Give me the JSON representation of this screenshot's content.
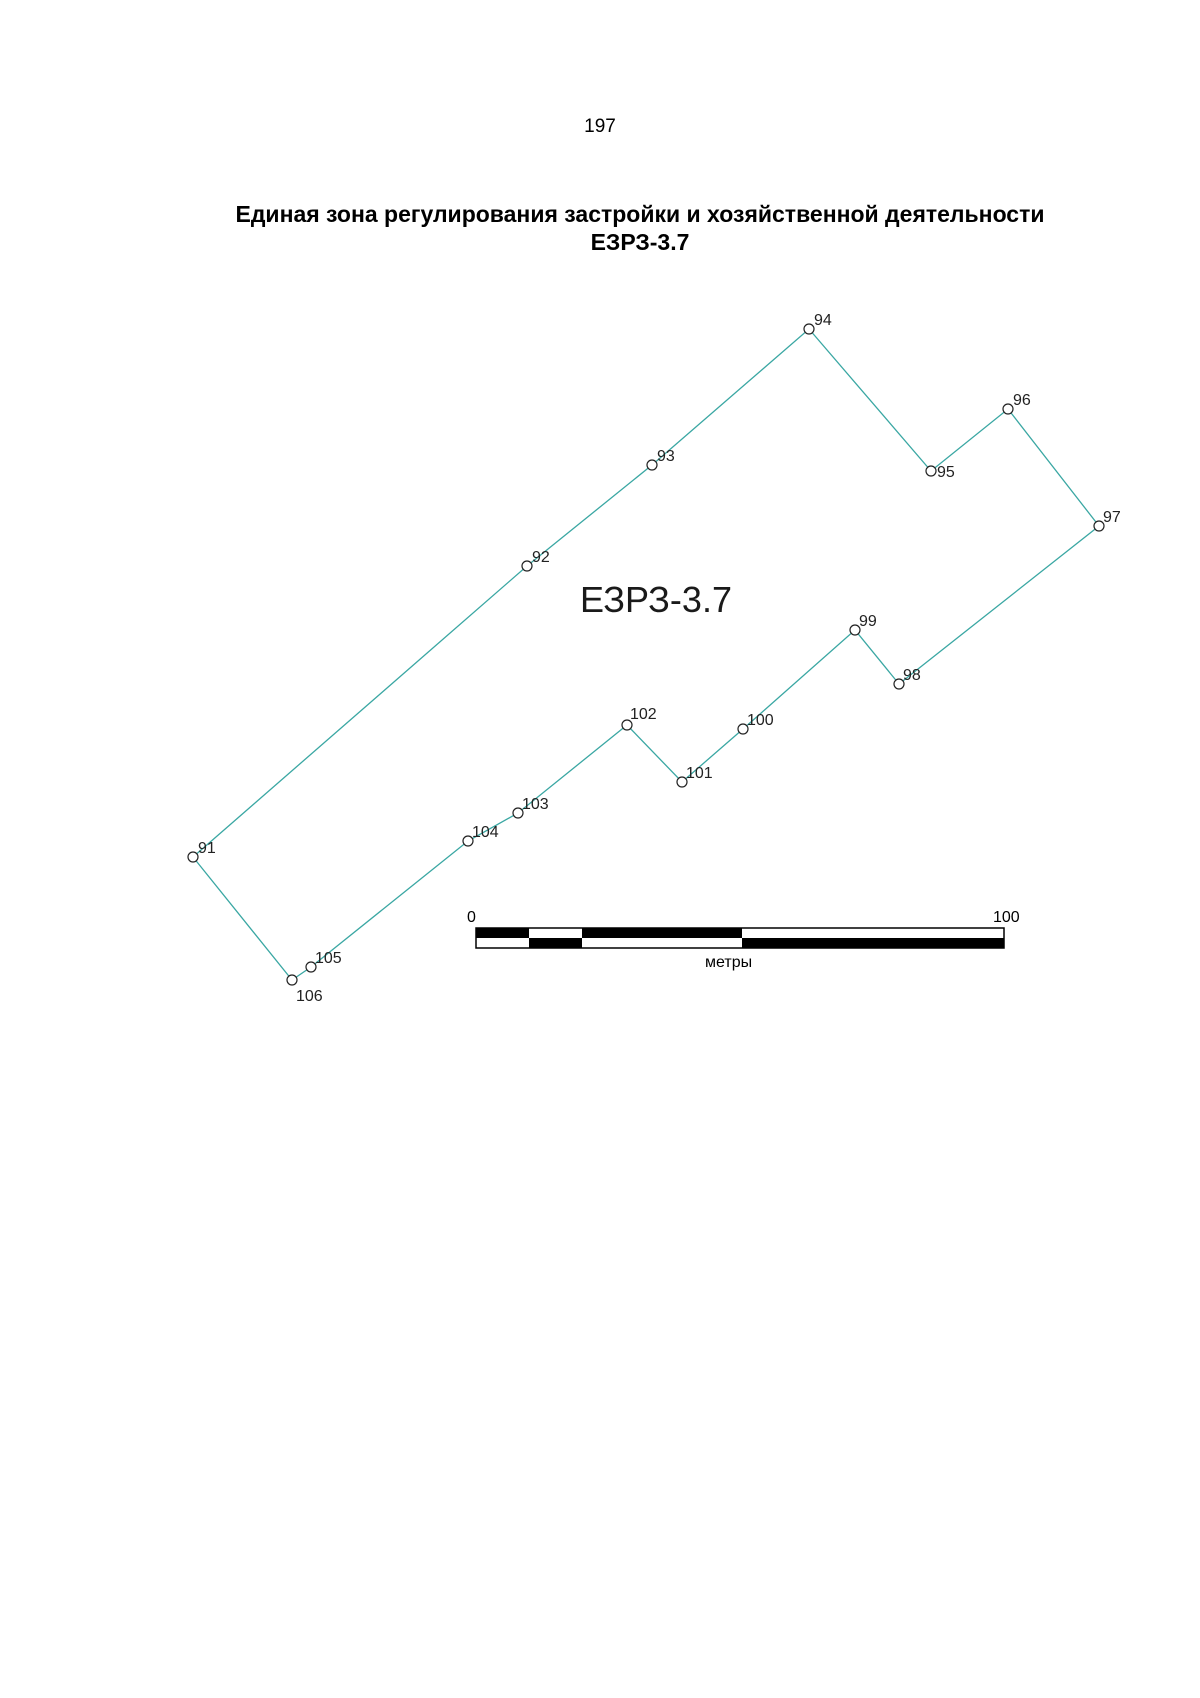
{
  "page_number": "197",
  "title": {
    "line1": "Единая зона регулирования застройки и хозяйственной деятельности",
    "line2": "ЕЗРЗ-3.7"
  },
  "map": {
    "zone_label": "ЕЗРЗ-3.7",
    "boundary_color": "#3aa7a3",
    "points": [
      {
        "id": "91"
      },
      {
        "id": "92"
      },
      {
        "id": "93"
      },
      {
        "id": "94"
      },
      {
        "id": "95"
      },
      {
        "id": "96"
      },
      {
        "id": "97"
      },
      {
        "id": "98"
      },
      {
        "id": "99"
      },
      {
        "id": "100"
      },
      {
        "id": "101"
      },
      {
        "id": "102"
      },
      {
        "id": "103"
      },
      {
        "id": "104"
      },
      {
        "id": "105"
      },
      {
        "id": "106"
      }
    ],
    "scale_bar": {
      "min_label": "0",
      "max_label": "100",
      "unit_label": "метры"
    }
  }
}
